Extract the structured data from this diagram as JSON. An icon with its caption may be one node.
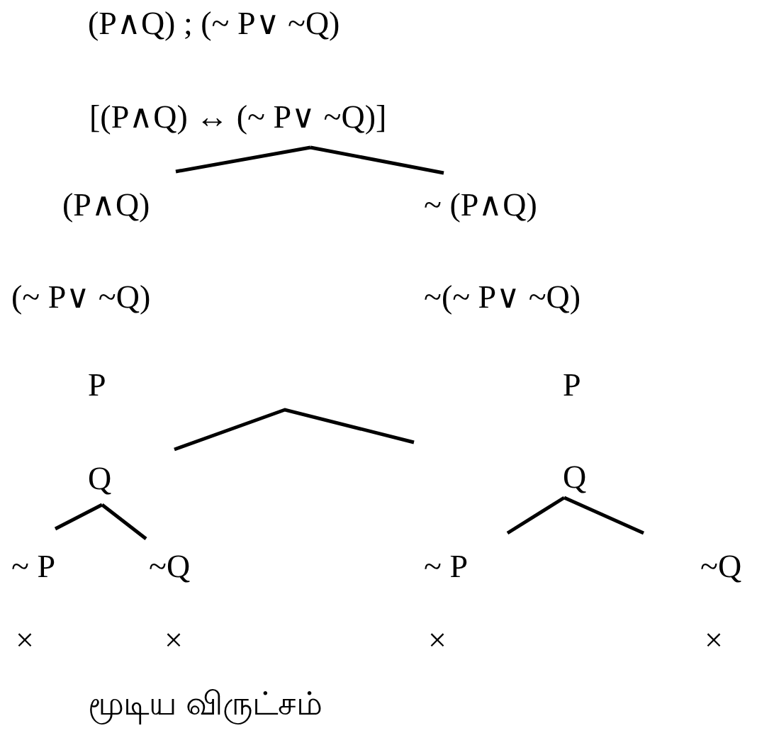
{
  "diagram": {
    "title": "(P∧Q) ; (~ P∨ ~Q)",
    "caption": "மூடிய விருட்சம்",
    "nodes": [
      {
        "text": [
          "[(P∧Q) ↔ (~ P∨ ~Q)]"
        ]
      },
      {
        "text": [
          "(P∧Q)"
        ]
      },
      {
        "text": [
          "~ (P∧Q)"
        ]
      },
      {
        "text": [
          "(~ P∨ ~Q)"
        ]
      },
      {
        "text": [
          "~(~ P∨ ~Q)"
        ]
      },
      {
        "text": [
          "P"
        ]
      },
      {
        "text": [
          "P"
        ]
      },
      {
        "text": [
          "Q"
        ]
      },
      {
        "text": [
          "Q"
        ]
      },
      {
        "text": [
          "~ P"
        ]
      },
      {
        "text": [
          "~Q"
        ]
      },
      {
        "text": [
          "~ P"
        ]
      },
      {
        "text": [
          "~Q"
        ]
      }
    ],
    "edges": [
      {
        "from": 0,
        "to": 1,
        "arrow": "none"
      },
      {
        "from": 0,
        "to": 2,
        "arrow": "none"
      },
      {
        "from": 7,
        "to": 9,
        "arrow": "none"
      },
      {
        "from": 7,
        "to": 10,
        "arrow": "none"
      },
      {
        "from": 8,
        "to": 11,
        "arrow": "none"
      },
      {
        "from": 8,
        "to": 12,
        "arrow": "none"
      }
    ],
    "labels": [
      "×",
      "×",
      "×",
      "×"
    ]
  }
}
